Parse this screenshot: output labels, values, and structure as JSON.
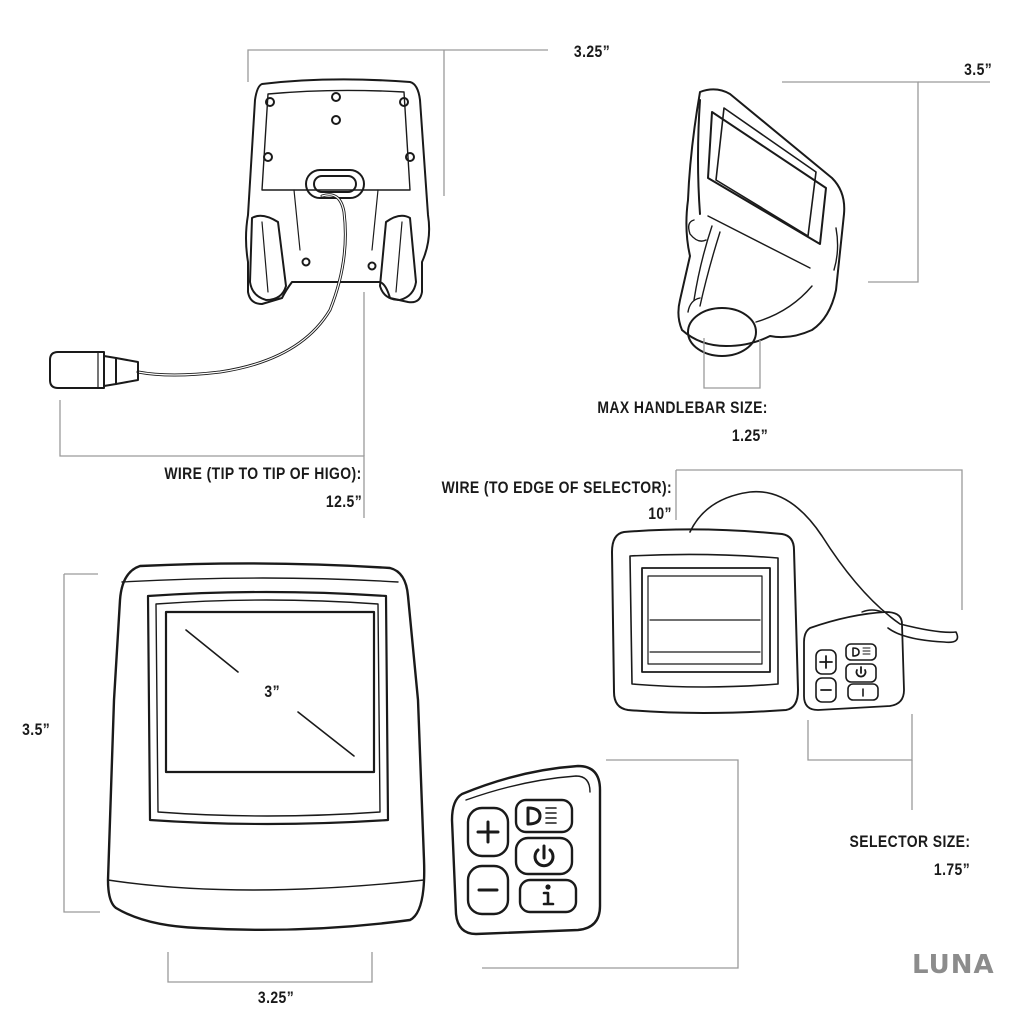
{
  "labels": {
    "top_width": "3.25”",
    "side_height": "3.5”",
    "handlebar_title": "MAX HANDLEBAR SIZE:",
    "handlebar_value": "1.25”",
    "wire_higo_title": "WIRE (TIP TO TIP OF HIGO):",
    "wire_higo_value": "12.5”",
    "wire_selector_title": "WIRE (TO EDGE OF SELECTOR):",
    "wire_selector_value": "10”",
    "front_height": "3.5”",
    "screen_diagonal": "3”",
    "front_width": "3.25”",
    "selector_title": "SELECTOR SIZE:",
    "selector_value": "1.75”"
  },
  "logo": "LUNA",
  "colors": {
    "line": "#1a1a1a",
    "dim_line": "#9a9a9a",
    "logo": "#8c8c8c"
  }
}
